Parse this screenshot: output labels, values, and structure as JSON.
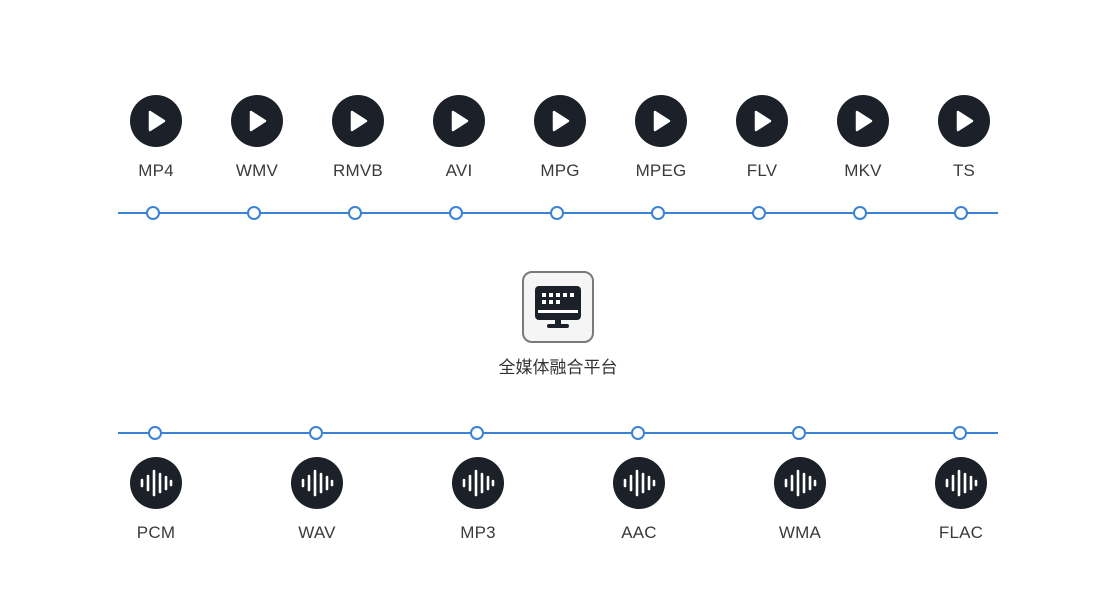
{
  "colors": {
    "accent": "#3b82d6",
    "icon_bg": "#1c2029",
    "text": "#3a3a3a"
  },
  "video_formats": [
    "MP4",
    "WMV",
    "RMVB",
    "AVI",
    "MPG",
    "MPEG",
    "FLV",
    "MKV",
    "TS"
  ],
  "video_icon": "play-icon",
  "hub": {
    "label": "全媒体融合平台",
    "icon": "monitor-dashboard-icon"
  },
  "audio_formats": [
    "PCM",
    "WAV",
    "MP3",
    "AAC",
    "WMA",
    "FLAC"
  ],
  "audio_icon": "sound-wave-icon"
}
